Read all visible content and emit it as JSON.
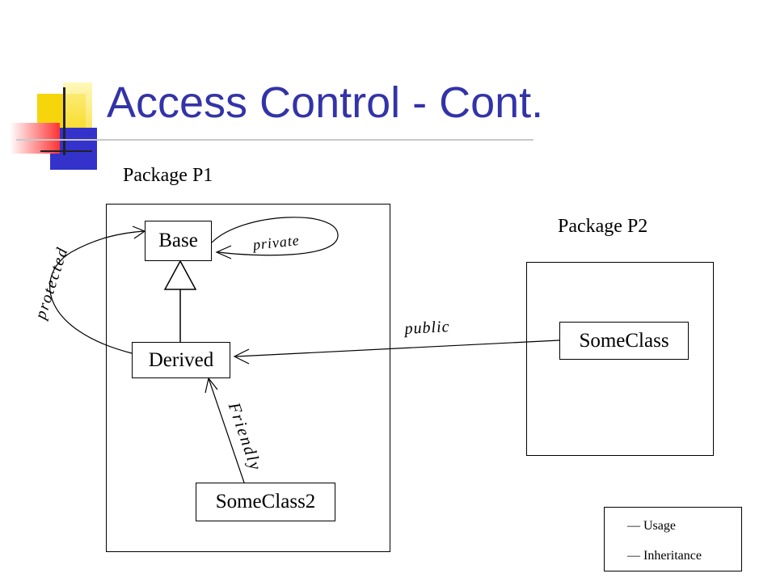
{
  "title": "Access Control - Cont.",
  "packages": {
    "p1_label": "Package P1",
    "p2_label": "Package P2"
  },
  "classes": {
    "base": "Base",
    "derived": "Derived",
    "someclass2": "SomeClass2",
    "someclass": "SomeClass"
  },
  "edges": {
    "private": "private",
    "protected": "protected",
    "public": "public",
    "friendly": "Friendly"
  },
  "legend": {
    "usage": "— Usage",
    "inheritance": "— Inheritance"
  },
  "colors": {
    "title": "#3333a8",
    "deco_yellow": "#f5d300",
    "deco_blue": "#3333cc",
    "deco_red": "#ff3333"
  }
}
